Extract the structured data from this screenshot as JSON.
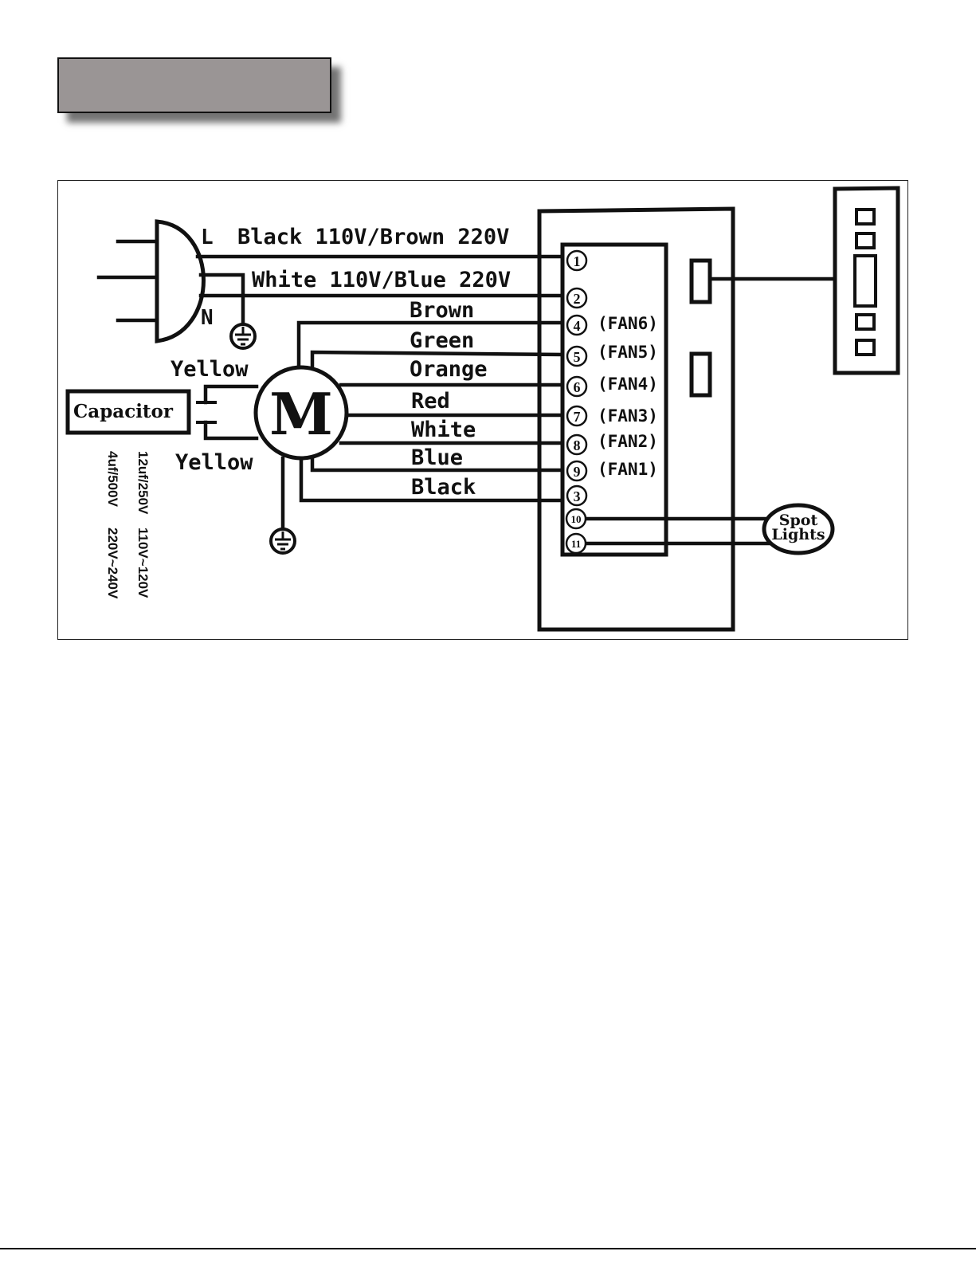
{
  "header": {
    "title": ""
  },
  "plug": {
    "l_label": "L",
    "n_label": "N"
  },
  "wires": {
    "line": "Black 110V/Brown 220V",
    "neutral": "White 110V/Blue 220V",
    "brown": "Brown",
    "green": "Green",
    "orange": "Orange",
    "red": "Red",
    "white": "White",
    "blue": "Blue",
    "black": "Black",
    "yellow_top": "Yellow",
    "yellow_bottom": "Yellow"
  },
  "motor": {
    "label": "M"
  },
  "capacitor": {
    "label": "Capacitor",
    "spec_110_cap": "12uf/250V",
    "spec_110_volt": "110V~120V",
    "spec_220_cap": "4uf/500V",
    "spec_220_volt": "220V~240V"
  },
  "terminals": {
    "t1": "1",
    "t2": "2",
    "t4": "4",
    "t5": "5",
    "t6": "6",
    "t7": "7",
    "t8": "8",
    "t9": "9",
    "t3": "3",
    "t10": "10",
    "t11": "11"
  },
  "fans": {
    "fan6": "(FAN6)",
    "fan5": "(FAN5)",
    "fan4": "(FAN4)",
    "fan3": "(FAN3)",
    "fan2": "(FAN2)",
    "fan1": "(FAN1)"
  },
  "spot_lights": {
    "line1": "Spot",
    "line2": "Lights"
  }
}
